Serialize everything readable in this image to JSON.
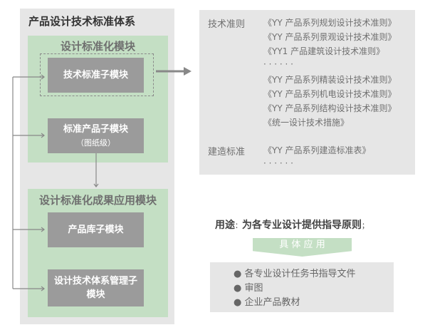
{
  "system": {
    "title": "产品设计技术标准体系"
  },
  "group1": {
    "title": "设计标准化模块",
    "modules": [
      {
        "label": "技术标准子模块"
      },
      {
        "label": "标准产品子模块",
        "sub": "（图纸级）"
      }
    ]
  },
  "group2": {
    "title": "设计标准化成果应用模块",
    "modules": [
      {
        "label": "产品库子模块"
      },
      {
        "label": "设计技术体系管理子模块"
      }
    ]
  },
  "standards": {
    "tech": {
      "label": "技术准则",
      "items": [
        "《YY 产品系列规划设计技术准则》",
        "《YY 产品系列景观设计技术准则》",
        "《YY1 产品建筑设计技术准则》",
        "· · · · · ·",
        "《YY 产品系列精装设计技术准则》",
        "《YY 产品系列机电设计技术准则》",
        "《YY 产品系列结构设计技术准则》",
        "《统一设计技术措施》"
      ]
    },
    "build": {
      "label": "建造标准",
      "items": [
        "《YY 产品系列建造标准表》",
        "· · · · · ·"
      ]
    }
  },
  "purpose": {
    "label": "用途",
    "sep": "：",
    "text": "为各专业设计提供指导原则",
    "end": "；"
  },
  "application": {
    "banner": "具 体 应 用",
    "items": [
      "各专业设计任务书指导文件",
      "审图",
      "企业产品教材"
    ]
  },
  "colors": {
    "green": "#c4dfc4",
    "gray": "#e6e6e6",
    "module": "#9b9b9b"
  }
}
